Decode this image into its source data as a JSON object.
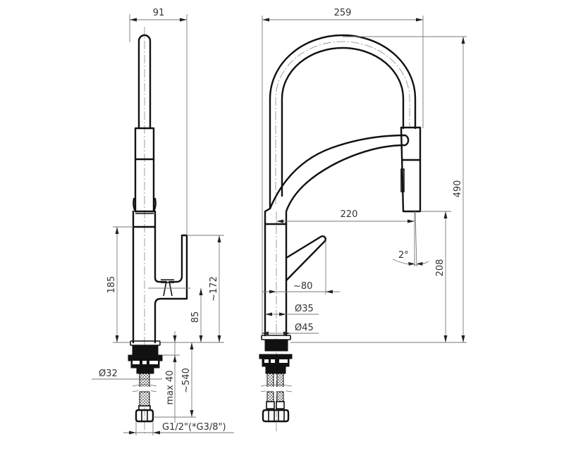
{
  "drawing": {
    "title": "Pull-down kitchen faucet technical drawing",
    "side_view": {
      "dimensions": {
        "width_top": "91",
        "body_height": "185",
        "lever_height": "~172",
        "lever_axis_height": "85",
        "shank_diameter": "Ø32",
        "max_deck_thickness": "max 40",
        "hose_length": "~540",
        "connection_thread": "G1/2\"(*G3/8\")"
      }
    },
    "front_view": {
      "dimensions": {
        "overall_width": "259",
        "overall_height": "490",
        "spout_reach": "220",
        "spout_clearance": "208",
        "spray_angle": "2°",
        "lever_reach": "~80",
        "body_diameter": "Ø35",
        "base_diameter": "Ø45"
      }
    },
    "colors": {
      "line": "#111111",
      "dimension_line": "#777777",
      "background": "#ffffff"
    }
  }
}
